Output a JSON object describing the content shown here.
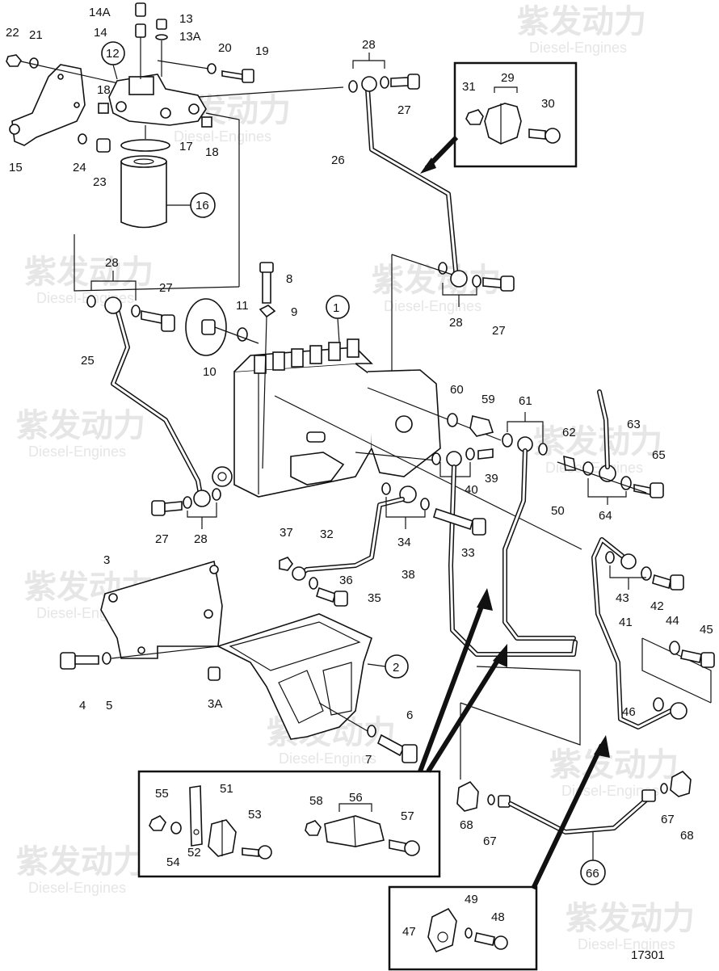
{
  "watermark": {
    "cn": "紫发动力",
    "en": "Diesel-Engines"
  },
  "drawing_number": "17301",
  "labels": {
    "l1": "1",
    "l2": "2",
    "l3": "3",
    "l3a": "3A",
    "l4": "4",
    "l5": "5",
    "l6": "6",
    "l7": "7",
    "l8": "8",
    "l9": "9",
    "l10": "10",
    "l11": "11",
    "l12": "12",
    "l13": "13",
    "l13a": "13A",
    "l14": "14",
    "l14a": "14A",
    "l15": "15",
    "l16": "16",
    "l17": "17",
    "l18a": "18",
    "l18b": "18",
    "l19": "19",
    "l20": "20",
    "l21": "21",
    "l22": "22",
    "l23": "23",
    "l24": "24",
    "l25": "25",
    "l26": "26",
    "l27a": "27",
    "l27b": "27",
    "l27c": "27",
    "l27d": "27",
    "l28a": "28",
    "l28b": "28",
    "l28c": "28",
    "l28d": "28",
    "l29": "29",
    "l30": "30",
    "l31": "31",
    "l32": "32",
    "l33": "33",
    "l34": "34",
    "l35": "35",
    "l36": "36",
    "l37": "37",
    "l38": "38",
    "l39": "39",
    "l40": "40",
    "l41": "41",
    "l42": "42",
    "l43": "43",
    "l44": "44",
    "l45": "45",
    "l46": "46",
    "l47": "47",
    "l48": "48",
    "l49": "49",
    "l50": "50",
    "l51": "51",
    "l52": "52",
    "l53": "53",
    "l54": "54",
    "l55": "55",
    "l56": "56",
    "l57": "57",
    "l58": "58",
    "l59": "59",
    "l60": "60",
    "l61": "61",
    "l62": "62",
    "l63": "63",
    "l64": "64",
    "l65": "65",
    "l66": "66",
    "l67a": "67",
    "l67b": "67",
    "l68a": "68",
    "l68b": "68"
  }
}
